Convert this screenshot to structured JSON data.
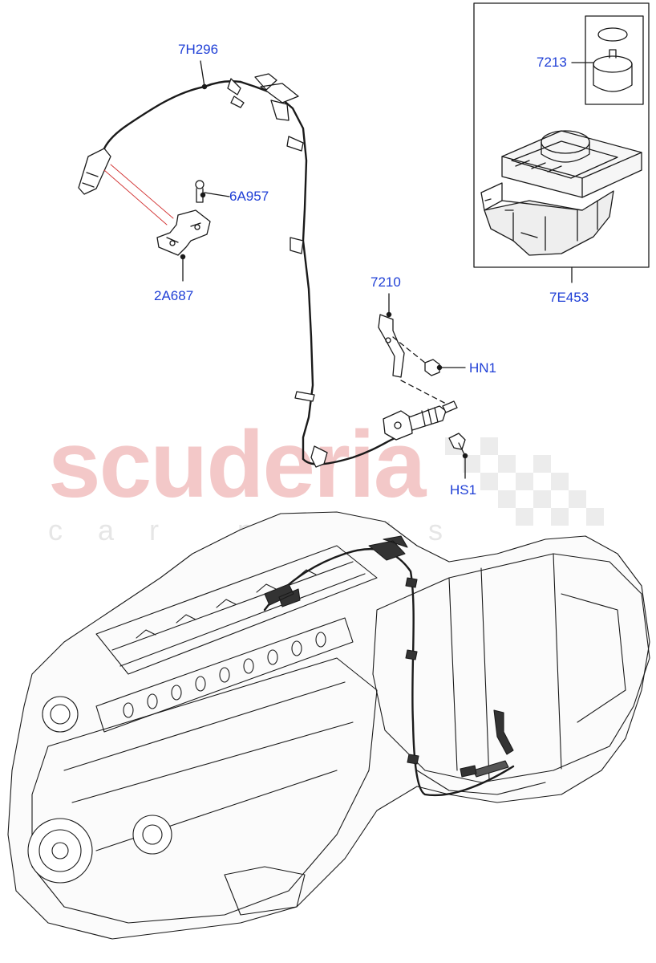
{
  "watermark": {
    "brand": "scuderia",
    "tagline": "car parts"
  },
  "callouts": {
    "harness": "7H296",
    "bolt": "6A957",
    "bracket": "2A687",
    "knob": "7213",
    "selector": "7E453",
    "mount_bracket": "7210",
    "nut": "HN1",
    "screw": "HS1"
  },
  "colors": {
    "callout_text": "#1f3fd6",
    "watermark_red": "#f3c8c8",
    "line": "#1a1a1a",
    "leader_red": "#d23030"
  }
}
